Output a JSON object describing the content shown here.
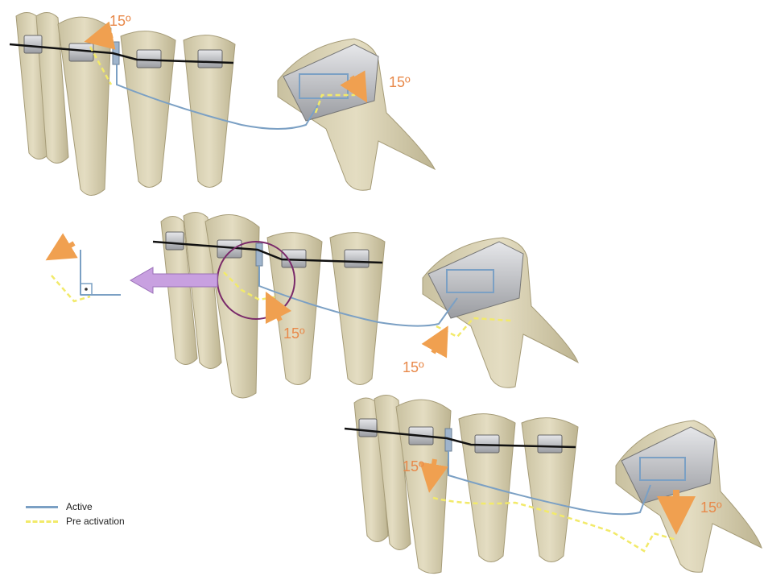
{
  "annotations": {
    "angle_label": "15º"
  },
  "legend": {
    "items": [
      {
        "label": "Active",
        "color": "#7ba0c4",
        "style": "solid"
      },
      {
        "label": "Pre activation",
        "color": "#f2ea6a",
        "style": "dashed"
      }
    ]
  },
  "colors": {
    "tooth": "#ddd6b8",
    "tooth_shadow": "#b7ae8c",
    "bracket": "#c7c9cc",
    "archwire": "#111111",
    "active_wire": "#7ba0c4",
    "pre_activation_wire": "#f2ea6a",
    "arrow_orange": "#f0a050",
    "arrow_purple": "#c8a0e0",
    "circle": "#7a2a6a"
  },
  "panels": [
    {
      "name": "top-panel",
      "description_icon": "molar-uprighting-spring-icon"
    },
    {
      "name": "middle-panel",
      "description_icon": "molar-uprighting-spring-icon"
    },
    {
      "name": "bottom-panel",
      "description_icon": "molar-uprighting-spring-icon"
    }
  ]
}
